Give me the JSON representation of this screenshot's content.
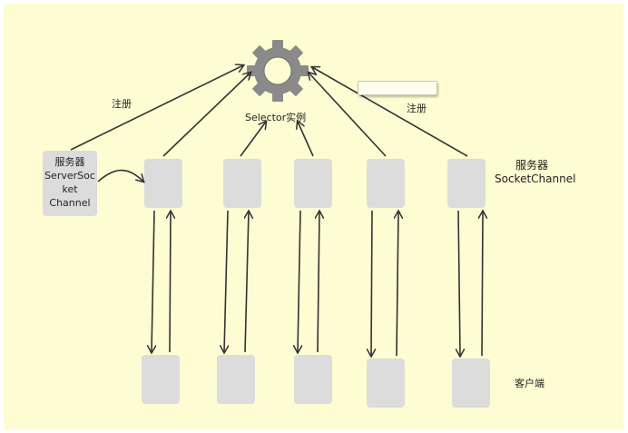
{
  "selector": {
    "label": "Selector实例",
    "icon": "gear-icon"
  },
  "register_label_left": "注册",
  "register_label_right": "注册",
  "server_socket": {
    "line1": "服务器",
    "line2": "ServerSoc",
    "line3": "ket",
    "line4": "Channel"
  },
  "server_channel": {
    "line1": "服务器",
    "line2": "SocketChannel"
  },
  "client_label": "客户端",
  "tooltip_text": "",
  "colors": {
    "background": "#fdfcd3",
    "box": "#dcdcdc",
    "arrow": "#333333",
    "gear": "#8a8a8a"
  }
}
